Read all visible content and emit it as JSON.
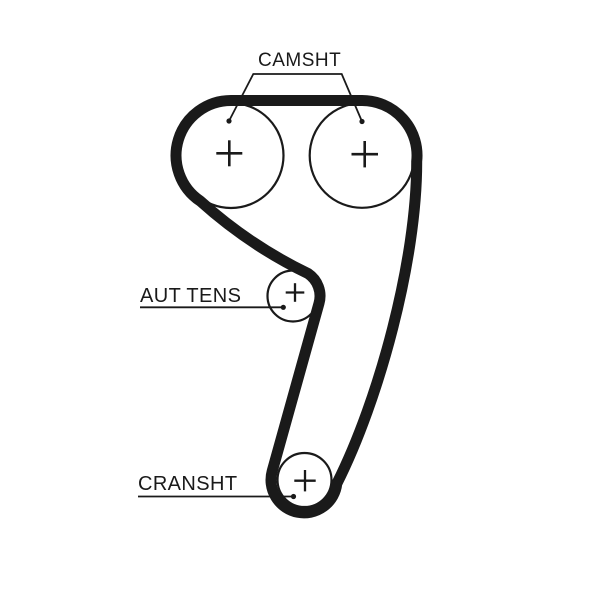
{
  "colors": {
    "background": "#ffffff",
    "ink": "#1a1a1a"
  },
  "labels": {
    "camshaft": "CAMSHT",
    "tensioner": "AUT TENS",
    "crankshaft": "CRANSHT"
  },
  "pulleys": [
    {
      "name": "camshaft-pulley-left",
      "marker": "+"
    },
    {
      "name": "camshaft-pulley-right",
      "marker": "+"
    },
    {
      "name": "tensioner-pulley",
      "marker": "+"
    },
    {
      "name": "crankshaft-pulley",
      "marker": "+"
    }
  ]
}
